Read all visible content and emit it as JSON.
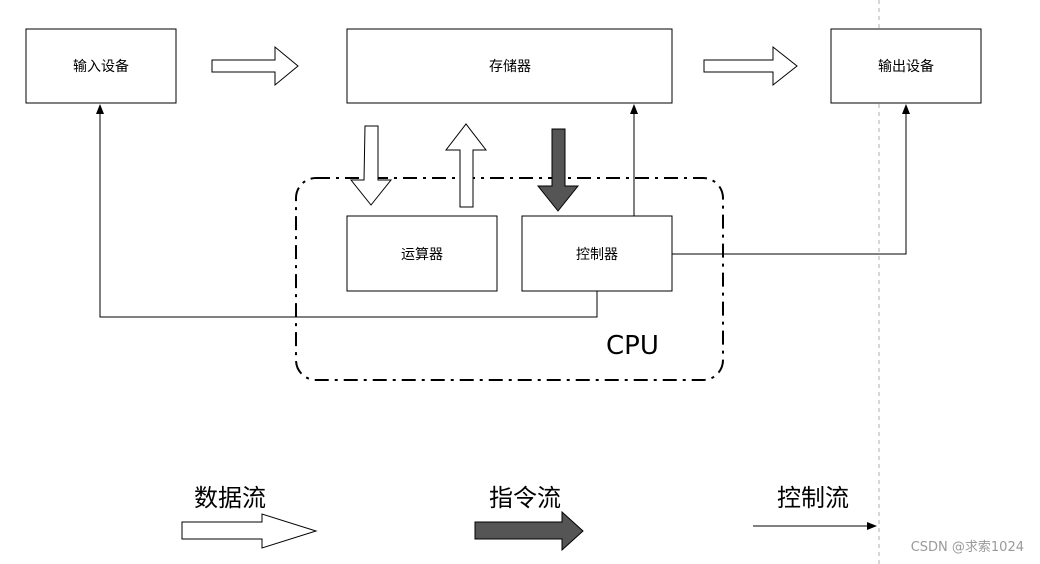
{
  "nodes": {
    "input": "输入设备",
    "memory": "存储器",
    "output": "输出设备",
    "alu": "运算器",
    "controller": "控制器",
    "cpu": "CPU"
  },
  "legend": {
    "data_flow": "数据流",
    "instruction_flow": "指令流",
    "control_flow": "控制流"
  },
  "watermark": "CSDN @求索1024",
  "colors": {
    "instruction_arrow": "#555555",
    "line": "#000000",
    "divider": "#b0b0b0"
  }
}
